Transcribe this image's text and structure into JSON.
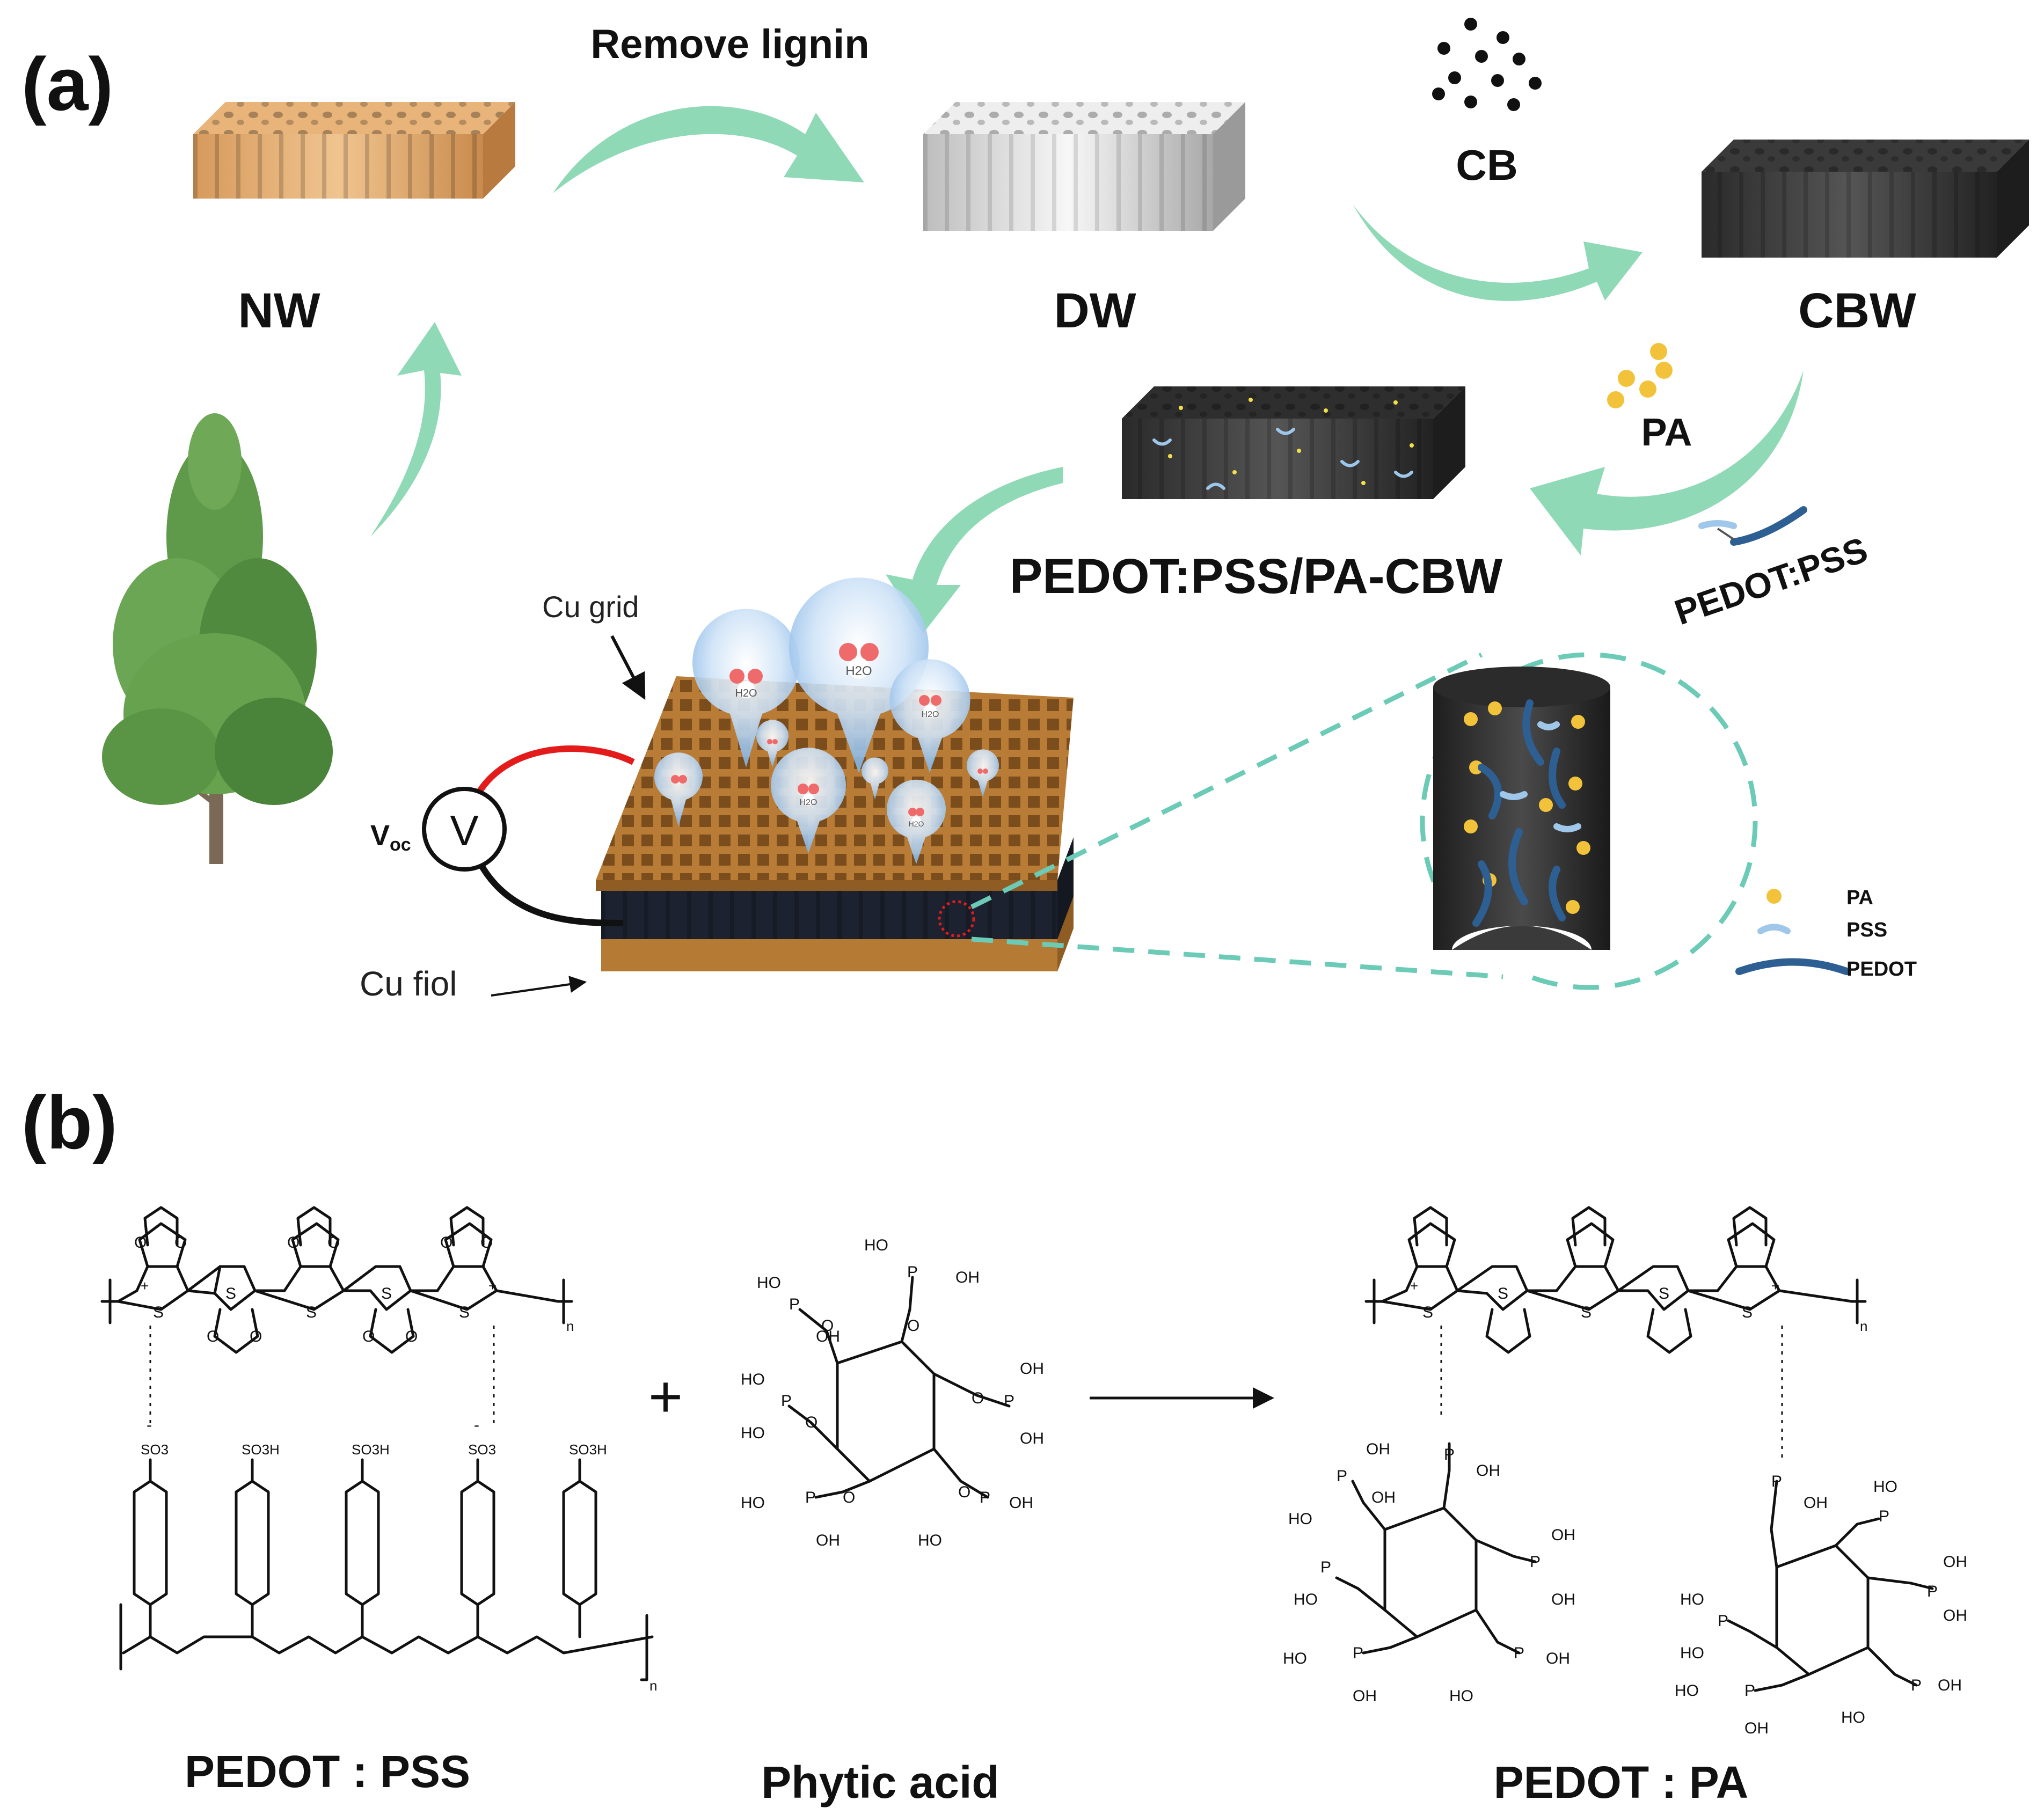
{
  "panel_a": {
    "label": "(a)",
    "remove_lignin": "Remove lignin",
    "nw": "NW",
    "dw": "DW",
    "cb": "CB",
    "cbw": "CBW",
    "pa_small": "PA",
    "pedot_pss_diag": "PEDOT:PSS",
    "composite": "PEDOT:PSS/PA-CBW",
    "cu_grid": "Cu grid",
    "cu_foil": "Cu fiol",
    "voltmeter": "V",
    "voc_main": "V",
    "voc_sub": "oc",
    "h2o": "H2O",
    "legend": {
      "pa": "PA",
      "pss": "PSS",
      "pedot": "PEDOT"
    }
  },
  "panel_b": {
    "label": "(b)",
    "plus": "+",
    "pedot_pss": "PEDOT : PSS",
    "phytic_acid": "Phytic acid",
    "pedot_pa": "PEDOT : PA",
    "atoms": {
      "S": "S",
      "O": "O",
      "P": "P",
      "OH": "OH",
      "HO": "HO",
      "SO3H": "SO3H",
      "SO3": "SO3",
      "minus": "-",
      "plus": "+",
      "n": "n"
    }
  },
  "colors": {
    "arrow_green": "#8fd9b6",
    "wood_natural": "#d9a066",
    "wood_dark": "#2f3033",
    "cu_brown": "#b57b34",
    "droplet_blue": "#a9cdf0",
    "pa_yellow": "#f2c33a",
    "pss_light": "#9fc7ea",
    "pedot_dark": "#2e5f93",
    "wire_red": "#e31b1b",
    "zoom_teal": "#6ccbb6"
  }
}
